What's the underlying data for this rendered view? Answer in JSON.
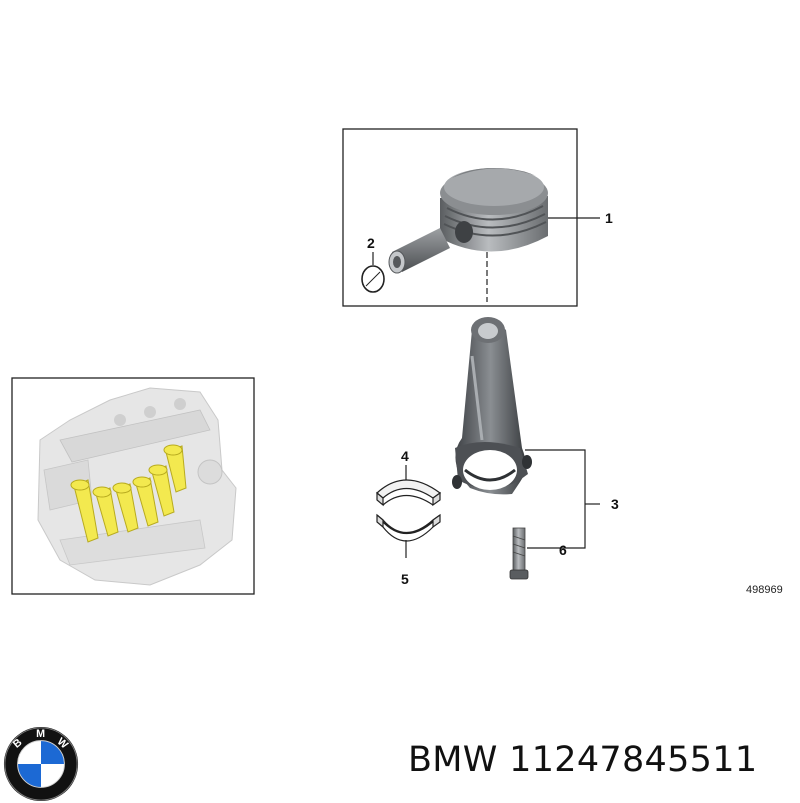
{
  "diagram": {
    "callouts": [
      "1",
      "2",
      "3",
      "4",
      "5",
      "6"
    ],
    "reference_number": "498969"
  },
  "caption": {
    "brand": "BMW",
    "part_number": "11247845511",
    "text": "BMW 11247845511"
  },
  "logo": {
    "letters": "BMW",
    "colors": {
      "blue": "#1c69d4",
      "ring": "#111111",
      "white": "#ffffff"
    }
  }
}
